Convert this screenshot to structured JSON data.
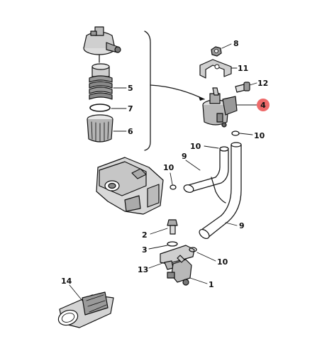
{
  "callouts": {
    "c1": "1",
    "c2": "2",
    "c3": "3",
    "c4": "4",
    "c5": "5",
    "c6": "6",
    "c7": "7",
    "c8": "8",
    "c9a": "9",
    "c9b": "9",
    "c10a": "10",
    "c10b": "10",
    "c10c": "10",
    "c10d": "10",
    "c11": "11",
    "c12": "12",
    "c13": "13",
    "c14": "14"
  },
  "highlight_color": "#ee6a6a",
  "highlighted_callout": "4"
}
